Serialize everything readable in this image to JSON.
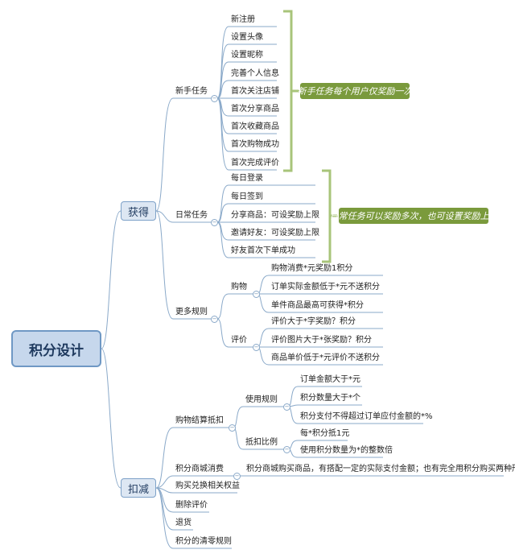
{
  "root": "积分设计",
  "branches": {
    "huode": {
      "label": "获得",
      "xinshou": {
        "label": "新手任务",
        "items": [
          "新注册",
          "设置头像",
          "设置昵称",
          "完善个人信息",
          "首次关注店铺",
          "首次分享商品",
          "首次收藏商品",
          "首次购物成功",
          "首次完成评价"
        ],
        "note": "新手任务每个用户仅奖励一次"
      },
      "richang": {
        "label": "日常任务",
        "items": [
          "每日登录",
          "每日签到",
          "分享商品：可设奖励上限",
          "邀请好友：可设奖励上限",
          "好友首次下单成功"
        ],
        "note": "日常任务可以奖励多次，也可设置奖励上限"
      },
      "gengduo": {
        "label": "更多规则",
        "gouwu": {
          "label": "购物",
          "items": [
            "购物消费*元奖励1积分",
            "订单实际金额低于*元不送积分",
            "单件商品最高可获得*积分"
          ]
        },
        "pingjia": {
          "label": "评价",
          "items": [
            "评价大于*字奖励？积分",
            "评价图片大于*张奖励？积分",
            "商品单价低于*元评价不送积分"
          ]
        }
      }
    },
    "koujian": {
      "label": "扣减",
      "jiesuan": {
        "label": "购物结算抵扣",
        "shiyong": {
          "label": "使用规则",
          "items": [
            "订单金额大于*元",
            "积分数量大于*个",
            "积分支付不得超过订单应付金额的*%"
          ]
        },
        "bili": {
          "label": "抵扣比例",
          "items": [
            "每*积分抵1元",
            "使用积分数量为*的整数倍"
          ]
        }
      },
      "shangcheng": {
        "label": "积分商城消费",
        "desc": "积分商城购买商品，有搭配一定的实际支付金额；也有完全用积分购买两种形式"
      },
      "others": [
        "购买兑换相关权益",
        "删除评价",
        "退货",
        "积分的清零规则"
      ]
    }
  }
}
